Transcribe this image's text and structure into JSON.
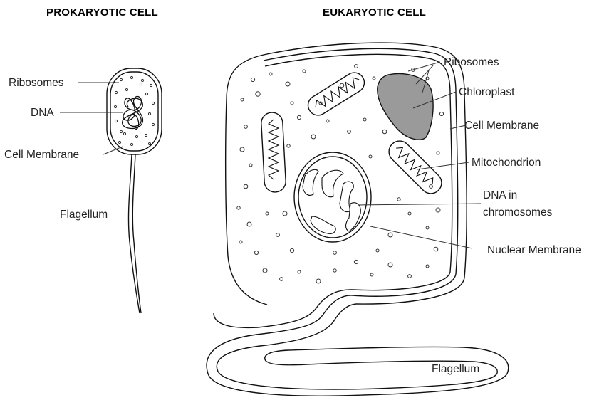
{
  "prokaryote": {
    "title": "PROKARYOTIC CELL",
    "labels": {
      "ribosomes": "Ribosomes",
      "dna": "DNA",
      "cell_membrane": "Cell Membrane",
      "flagellum": "Flagellum"
    }
  },
  "eukaryote": {
    "title": "EUKARYOTIC CELL",
    "labels": {
      "ribosomes": "Ribosomes",
      "chloroplast": "Chloroplast",
      "cell_membrane": "Cell Membrane",
      "mitochondrion": "Mitochondrion",
      "dna_line1": "DNA in",
      "dna_line2": "chromosomes",
      "nuclear_membrane": "Nuclear Membrane",
      "flagellum": "Flagellum"
    }
  },
  "colors": {
    "chloroplast_fill": "#9a9a9a",
    "outline": "#111111"
  }
}
